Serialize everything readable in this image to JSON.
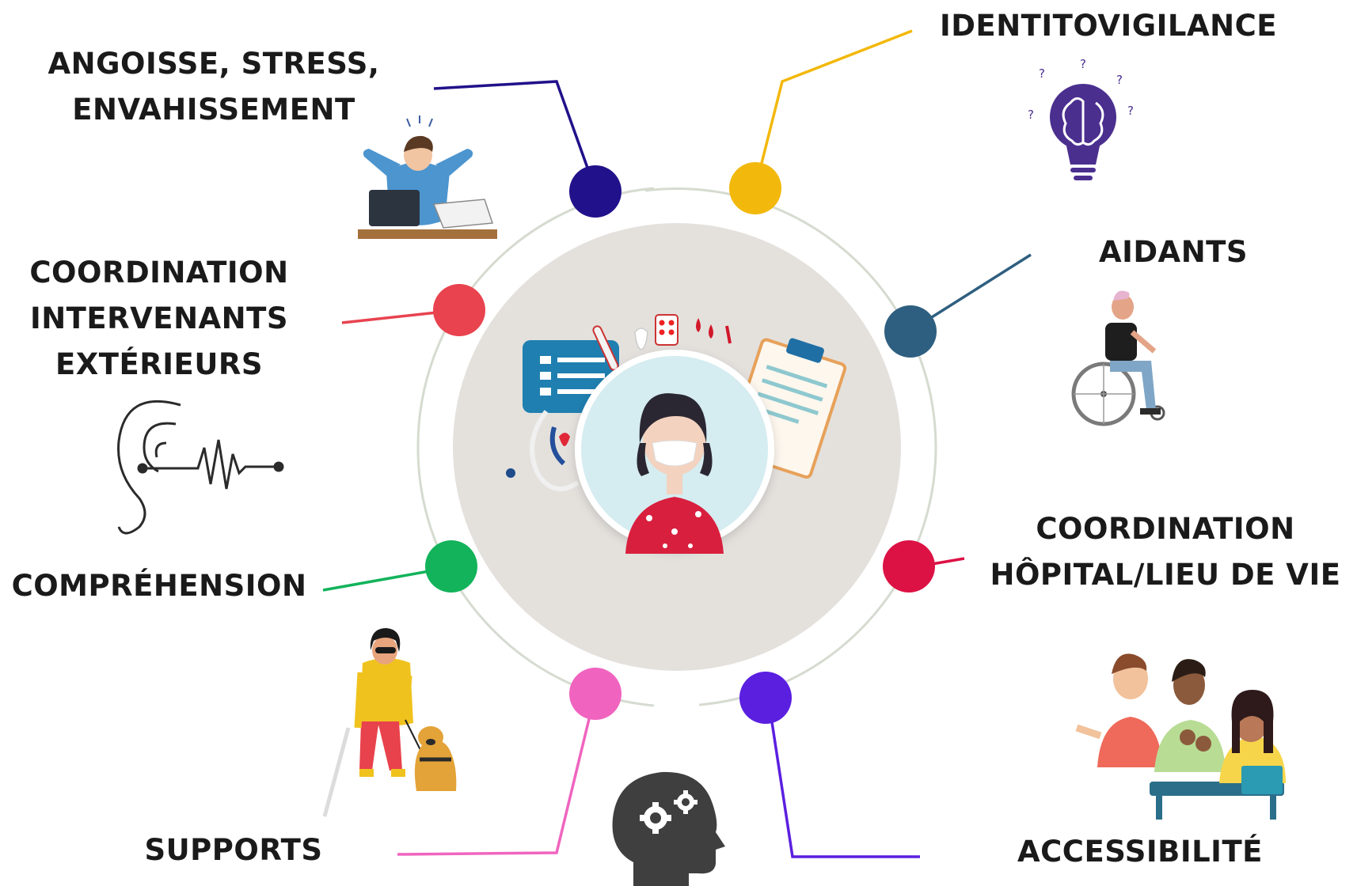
{
  "topics": [
    {
      "id": "angoisse",
      "lines": [
        "ANGOISSE, STRESS,",
        "ENVAHISSEMENT"
      ],
      "color": "#21118a",
      "icon": "stressed-person-icon"
    },
    {
      "id": "identitovigilance",
      "lines": [
        "IDENTITOVIGILANCE"
      ],
      "color": "#f2b80c",
      "icon": "brain-lightbulb-icon"
    },
    {
      "id": "aidants",
      "lines": [
        "AIDANTS"
      ],
      "color": "#2f5f80",
      "icon": "wheelchair-person-icon"
    },
    {
      "id": "coordination-hopital",
      "lines": [
        "COORDINATION",
        "HÔPITAL/LIEU DE VIE"
      ],
      "color": "#dc1245",
      "icon": ""
    },
    {
      "id": "accessibilite",
      "lines": [
        "ACCESSIBILITÉ"
      ],
      "color": "#5b1fe0",
      "icon": "sign-language-group-icon"
    },
    {
      "id": "supports",
      "lines": [
        "SUPPORTS"
      ],
      "color": "#f064bf",
      "icon": "blind-person-guide-dog-icon"
    },
    {
      "id": "comprehension",
      "lines": [
        "COMPRÉHENSION"
      ],
      "color": "#12b35a",
      "icon": "head-gears-icon"
    },
    {
      "id": "coordination-intervenants",
      "lines": [
        "COORDINATION",
        "INTERVENANTS",
        "EXTÉRIEURS"
      ],
      "color": "#e8434f",
      "icon": "ear-sound-wave-icon"
    }
  ],
  "center": {
    "icon": "patient-with-mask-icon",
    "background_color": "#e4e1dd",
    "ring_color": "#d6dbd0"
  }
}
